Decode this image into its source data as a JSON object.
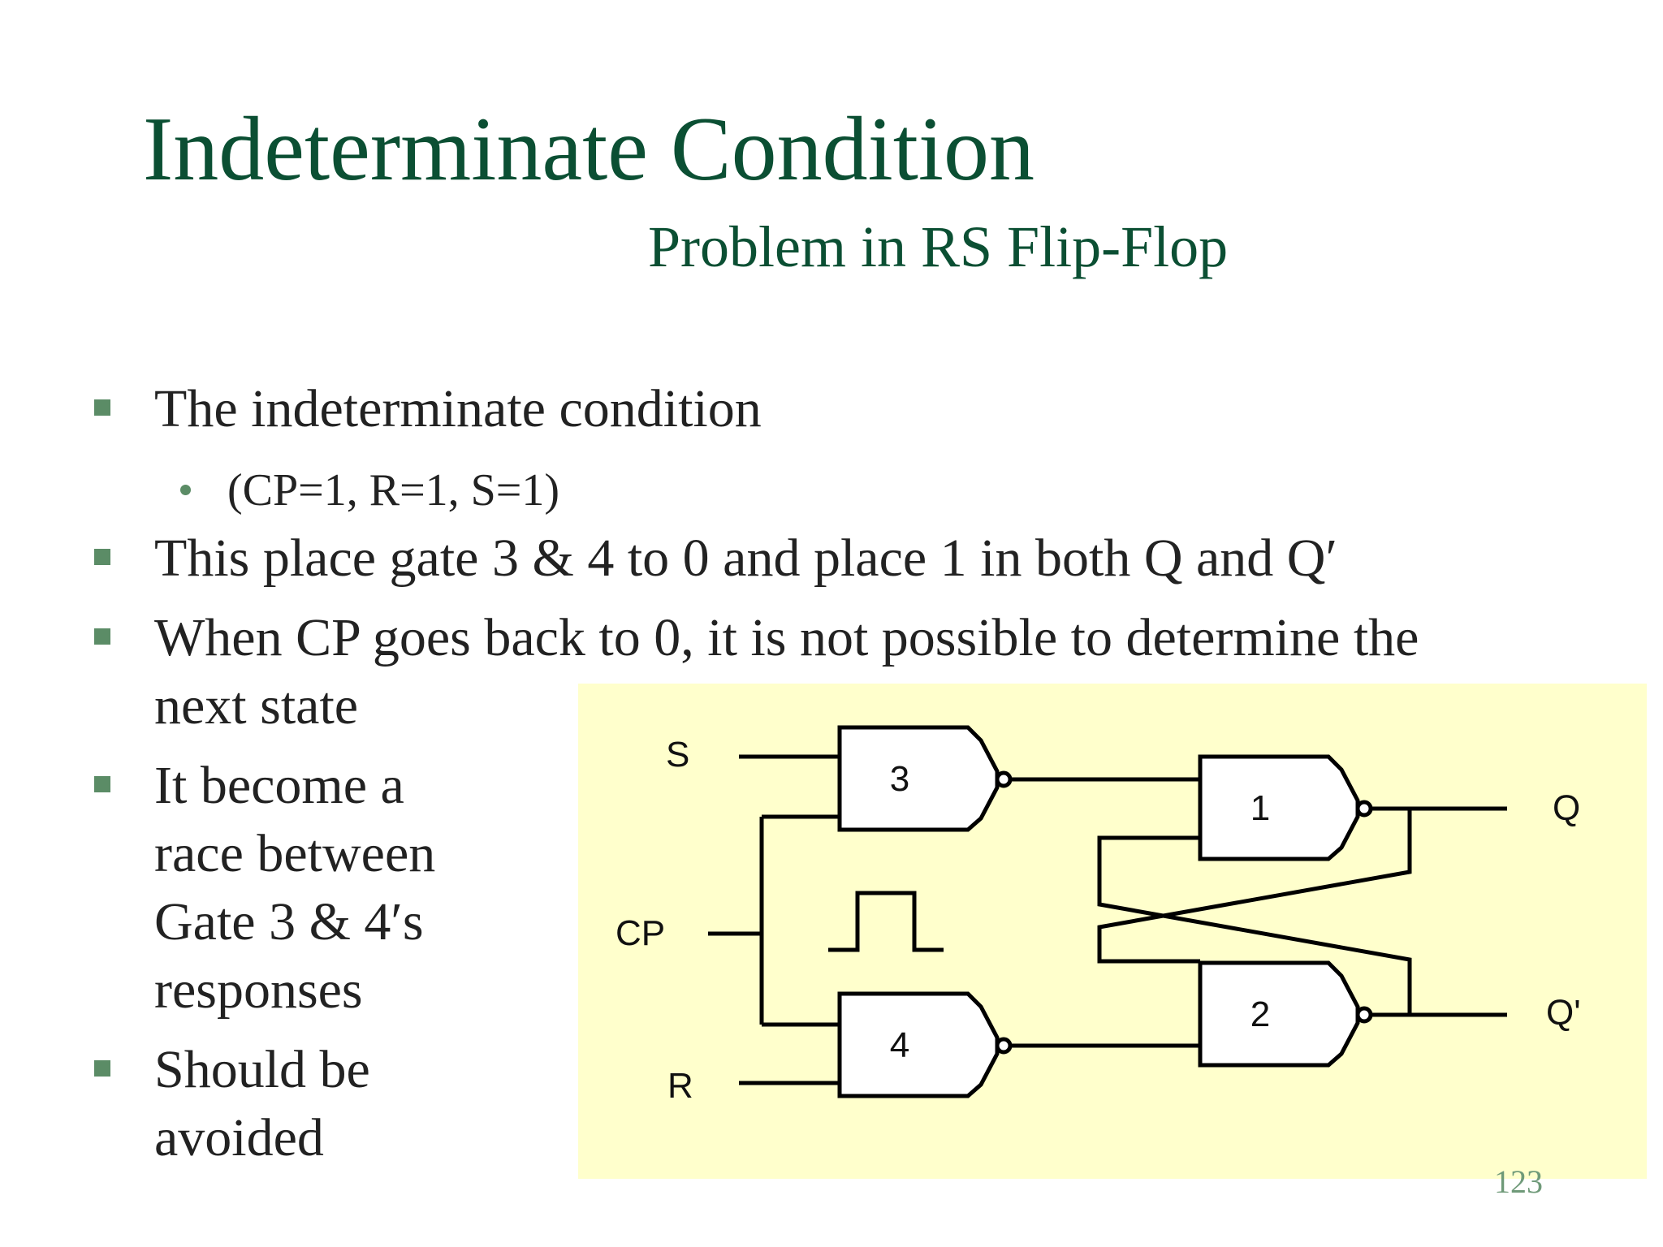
{
  "slide": {
    "title": "Indeterminate Condition",
    "subtitle": "Problem in RS Flip-Flop",
    "bullets": [
      {
        "text": "The indeterminate condition"
      },
      {
        "text": "This place gate 3 & 4 to 0 and place 1 in both Q and Q′"
      },
      {
        "line1": "When CP goes back to 0, it is not possible to determine the",
        "line2": "next state"
      },
      {
        "lines": [
          "It become a",
          "race between",
          "Gate 3 & 4′s",
          "responses"
        ]
      },
      {
        "lines": [
          "Should be",
          "avoided"
        ]
      }
    ],
    "sub_bullet": "(CP=1, R=1, S=1)",
    "page_number": "123"
  },
  "diagram": {
    "inputs": {
      "s": "S",
      "cp": "CP",
      "r": "R"
    },
    "outputs": {
      "q": "Q",
      "q_prime": "Q'"
    },
    "gates": {
      "g3": "3",
      "g4": "4",
      "g1": "1",
      "g2": "2"
    }
  },
  "colors": {
    "title": "#0b4f33",
    "bullet_marker": "#5b8c66",
    "diagram_background": "#ffffcc",
    "page_number": "#6f9a79"
  }
}
